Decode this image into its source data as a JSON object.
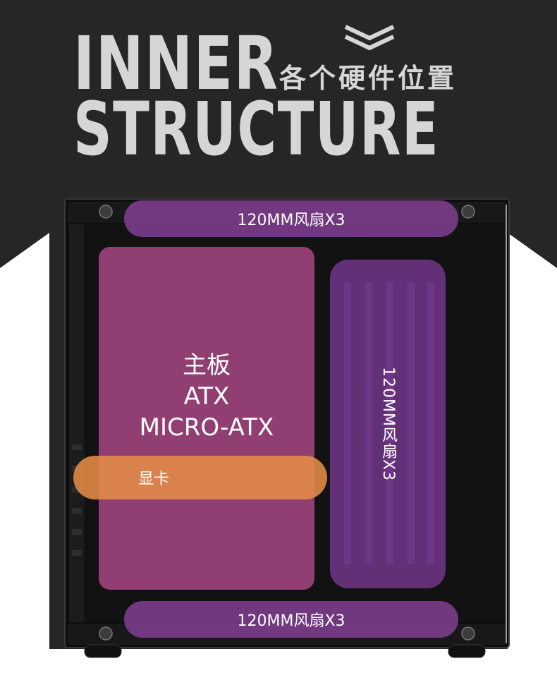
{
  "header": {
    "title_line1": "INNER",
    "title_line2": "STRUCTURE",
    "subtitle": "各个硬件位置"
  },
  "zones": {
    "fan_top": "120MM风扇X3",
    "fan_side": "120MM风扇X3",
    "fan_bottom": "120MM风扇X3",
    "motherboard": [
      "主板",
      "ATX",
      "MICRO-ATX"
    ],
    "gpu": "显卡"
  },
  "colors": {
    "background_dark": "#262626",
    "title_text": "#d6d6d6",
    "fan_zone": "#9646aa",
    "motherboard_zone": "#be5096",
    "gpu_zone": "#e48c46"
  },
  "icons": {
    "header_marker": "double-chevron-down-icon"
  }
}
